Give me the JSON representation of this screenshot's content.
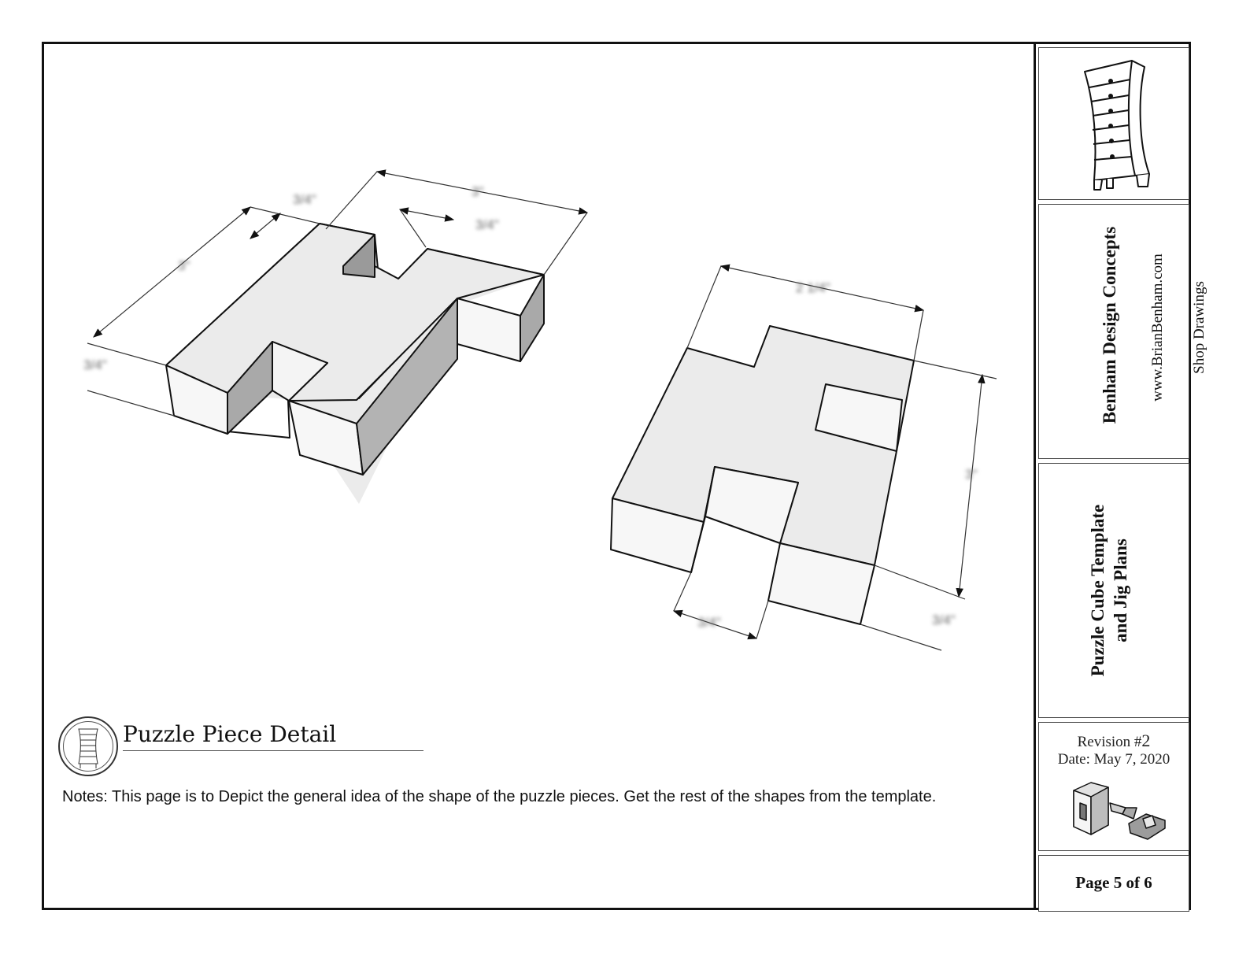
{
  "title_block": {
    "company_name": "Benham Design Concepts",
    "company_url": "www.BrianBenham.com",
    "company_subtitle": "Shop Drawings",
    "project_title_line1": "Puzzle Cube Template",
    "project_title_line2": "and Jig Plans",
    "revision_label": "Revision #",
    "revision_number": "2",
    "date_text": "Date: May 7, 2020",
    "page_text": "Page 5 of 6",
    "logo_icon": "dresser-icon",
    "thumbnail_icon": "puzzle-cube-icon"
  },
  "detail": {
    "title": "Puzzle Piece Detail",
    "badge_icon": "dresser-icon"
  },
  "notes": "Notes: This page is to Depict the general idea of the shape of the puzzle pieces. Get the rest of the shapes from the template.",
  "dimensions": {
    "piece1": [
      "3/4\"",
      "3\"",
      "3/4\"",
      "3\"",
      "3/4\""
    ],
    "piece2": [
      "2 1/4\"",
      "3\"",
      "3/4\"",
      "3/4\""
    ]
  }
}
